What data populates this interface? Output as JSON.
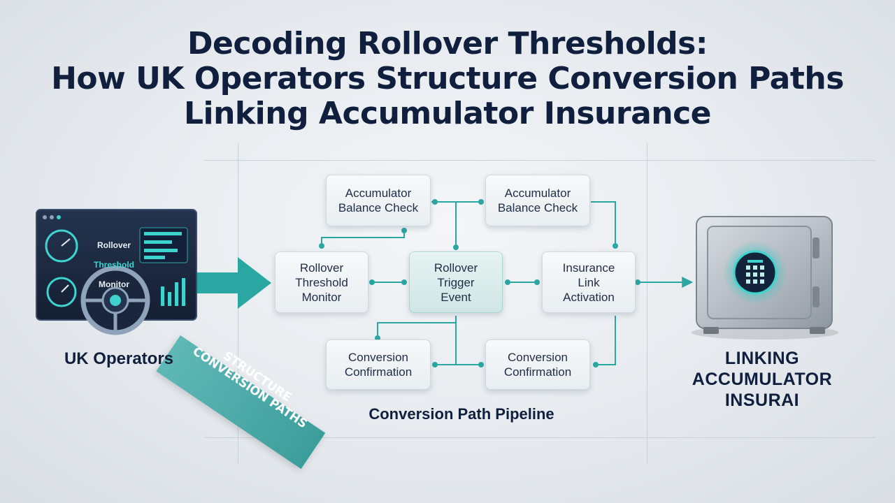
{
  "title": {
    "line1": "Decoding Rollover Thresholds:",
    "line2": "How UK Operators Structure Conversion Paths",
    "line3": "Linking Accumulator Insurance"
  },
  "dashboard": {
    "line1": "Rollover",
    "line2": "Threshold",
    "line3": "Monitor"
  },
  "operators_label": "UK Operators",
  "banner_text": "STRUCTURE\nCONVERSION PATHS",
  "nodes": {
    "balance_check_left": "Accumulator\nBalance Check",
    "balance_check_right": "Accumulator\nBalance Check",
    "threshold_monitor": "Rollover\nThreshold\nMonitor",
    "trigger_event": "Rollover\nTrigger\nEvent",
    "insurance_activation": "Insurance\nLink\nActivation",
    "confirmation_left": "Conversion\nConfirmation",
    "confirmation_right": "Conversion\nConfirmation"
  },
  "pipeline_label": "Conversion Path Pipeline",
  "linking_label": "LINKING\nACCUMULATOR\nINSURAI",
  "colors": {
    "title": "#0f1f3d",
    "teal": "#2aa7a3",
    "node_text": "#1e2c45",
    "dashboard_bg": "#1c2a44",
    "safe_glow": "#4fe0dc"
  },
  "icons": {
    "dashboard": "dashboard-monitor-icon",
    "steering_wheel": "steering-wheel-icon",
    "safe": "safe-vault-icon",
    "keypad": "keypad-icon"
  }
}
